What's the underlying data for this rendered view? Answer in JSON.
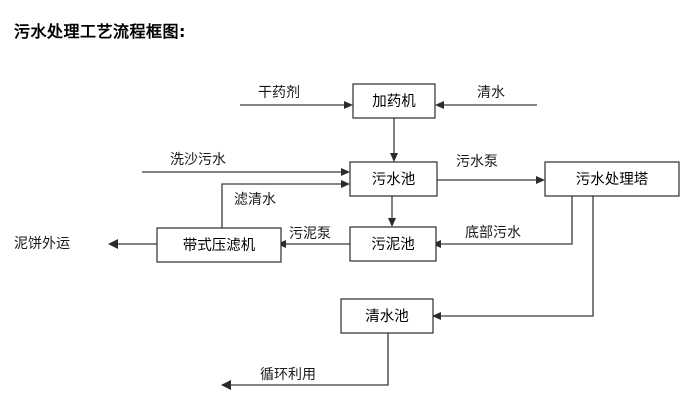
{
  "title": "污水处理工艺流程框图:",
  "diagram": {
    "nodes": [
      {
        "id": "dosing-machine",
        "label": "加药机"
      },
      {
        "id": "sewage-pool",
        "label": "污水池"
      },
      {
        "id": "treatment-tower",
        "label": "污水处理塔"
      },
      {
        "id": "sludge-pool",
        "label": "污泥池"
      },
      {
        "id": "belt-filter-press",
        "label": "带式压滤机"
      },
      {
        "id": "clean-water-pool",
        "label": "清水池"
      }
    ],
    "external_labels": [
      {
        "id": "dry-reagent",
        "label": "干药剂"
      },
      {
        "id": "clean-water-in",
        "label": "清水"
      },
      {
        "id": "sand-wash-sewage",
        "label": "洗沙污水"
      },
      {
        "id": "mud-cake-out",
        "label": "泥饼外运"
      }
    ],
    "edge_labels": [
      {
        "id": "filtrate",
        "label": "滤清水"
      },
      {
        "id": "sewage-pump",
        "label": "污水泵"
      },
      {
        "id": "sludge-pump",
        "label": "污泥泵"
      },
      {
        "id": "bottom-sewage",
        "label": "底部污水"
      },
      {
        "id": "recycle-reuse",
        "label": "循环利用"
      }
    ]
  },
  "colors": {
    "background": "#ffffff",
    "text": "#000000",
    "line": "#3a3a3a",
    "box_stroke": "#2b2b2b"
  }
}
